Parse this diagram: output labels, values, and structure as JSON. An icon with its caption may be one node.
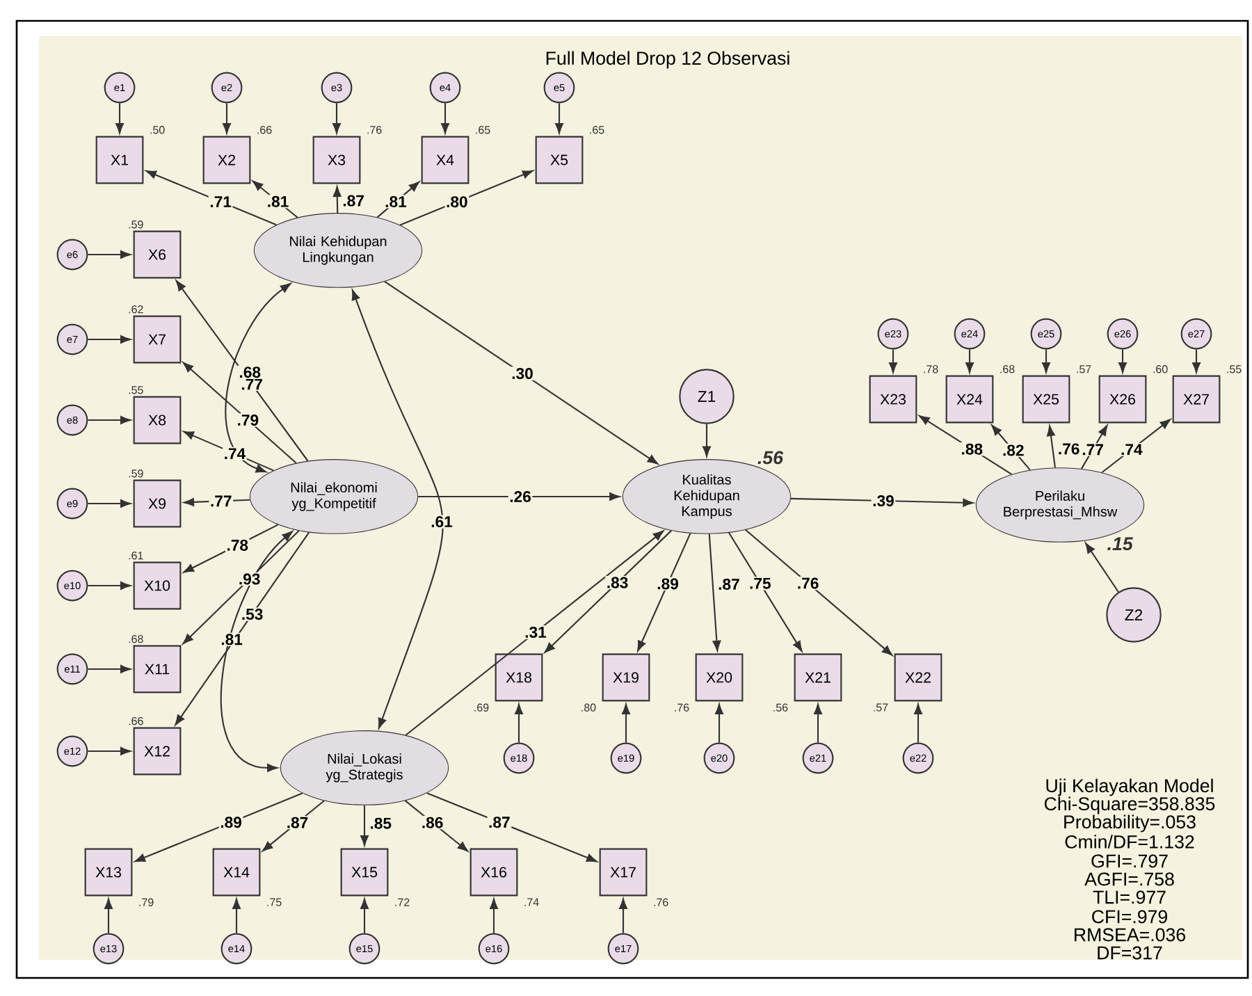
{
  "diagram": {
    "title": "Full Model Drop 12 Observasi",
    "nodes": [
      {
        "text": [
          "Nilai Kehidupan Lingkungan"
        ]
      },
      {
        "text": [
          "Nilai_ekonomi yg_Kompetitif"
        ]
      },
      {
        "text": [
          "Nilai_Lokasi yg_Strategis"
        ]
      },
      {
        "text": [
          "Kualitas Kehidupan Kampus"
        ],
        "beside": [
          ".56"
        ]
      },
      {
        "text": [
          "Perilaku Berprestasi_Mhsw"
        ],
        "beside": [
          ".15"
        ]
      },
      {
        "text": [
          "Z1"
        ]
      },
      {
        "text": [
          "Z2"
        ]
      },
      {
        "text": [
          "X1"
        ],
        "beside": [
          ".50"
        ]
      },
      {
        "text": [
          "X2"
        ],
        "beside": [
          ".66"
        ]
      },
      {
        "text": [
          "X3"
        ],
        "beside": [
          ".76"
        ]
      },
      {
        "text": [
          "X4"
        ],
        "beside": [
          ".65"
        ]
      },
      {
        "text": [
          "X5"
        ],
        "beside": [
          ".65"
        ]
      },
      {
        "text": [
          "X6"
        ],
        "beside": [
          ".59"
        ]
      },
      {
        "text": [
          "X7"
        ],
        "beside": [
          ".62"
        ]
      },
      {
        "text": [
          "X8"
        ],
        "beside": [
          ".55"
        ]
      },
      {
        "text": [
          "X9"
        ],
        "beside": [
          ".59"
        ]
      },
      {
        "text": [
          "X10"
        ],
        "beside": [
          ".61"
        ]
      },
      {
        "text": [
          "X11"
        ],
        "beside": [
          ".68"
        ]
      },
      {
        "text": [
          "X12"
        ],
        "beside": [
          ".66"
        ]
      },
      {
        "text": [
          "X13"
        ],
        "beside": [
          ".79"
        ]
      },
      {
        "text": [
          "X14"
        ],
        "beside": [
          ".75"
        ]
      },
      {
        "text": [
          "X15"
        ],
        "beside": [
          ".72"
        ]
      },
      {
        "text": [
          "X16"
        ],
        "beside": [
          ".74"
        ]
      },
      {
        "text": [
          "X17"
        ],
        "beside": [
          ".76"
        ]
      },
      {
        "text": [
          "X18"
        ],
        "beside": [
          ".69"
        ]
      },
      {
        "text": [
          "X19"
        ],
        "beside": [
          ".80"
        ]
      },
      {
        "text": [
          "X20"
        ],
        "beside": [
          ".76"
        ]
      },
      {
        "text": [
          "X21"
        ],
        "beside": [
          ".56"
        ]
      },
      {
        "text": [
          "X22"
        ],
        "beside": [
          ".57"
        ]
      },
      {
        "text": [
          "X23"
        ],
        "beside": [
          ".78"
        ]
      },
      {
        "text": [
          "X24"
        ],
        "beside": [
          ".68"
        ]
      },
      {
        "text": [
          "X25"
        ],
        "beside": [
          ".57"
        ]
      },
      {
        "text": [
          "X26"
        ],
        "beside": [
          ".60"
        ]
      },
      {
        "text": [
          "X27"
        ],
        "beside": [
          ".55"
        ]
      },
      {
        "text": [
          "e1"
        ]
      },
      {
        "text": [
          "e2"
        ]
      },
      {
        "text": [
          "e3"
        ]
      },
      {
        "text": [
          "e4"
        ]
      },
      {
        "text": [
          "e5"
        ]
      },
      {
        "text": [
          "e6"
        ]
      },
      {
        "text": [
          "e7"
        ]
      },
      {
        "text": [
          "e8"
        ]
      },
      {
        "text": [
          "e9"
        ]
      },
      {
        "text": [
          "e10"
        ]
      },
      {
        "text": [
          "e11"
        ]
      },
      {
        "text": [
          "e12"
        ]
      },
      {
        "text": [
          "e13"
        ]
      },
      {
        "text": [
          "e14"
        ]
      },
      {
        "text": [
          "e15"
        ]
      },
      {
        "text": [
          "e16"
        ]
      },
      {
        "text": [
          "e17"
        ]
      },
      {
        "text": [
          "e18"
        ]
      },
      {
        "text": [
          "e19"
        ]
      },
      {
        "text": [
          "e20"
        ]
      },
      {
        "text": [
          "e21"
        ]
      },
      {
        "text": [
          "e22"
        ]
      },
      {
        "text": [
          "e23"
        ]
      },
      {
        "text": [
          "e24"
        ]
      },
      {
        "text": [
          "e25"
        ]
      },
      {
        "text": [
          "e26"
        ]
      },
      {
        "text": [
          "e27"
        ]
      }
    ],
    "edges": [
      {
        "from": 34,
        "to": 7,
        "arrow": "to"
      },
      {
        "from": 35,
        "to": 8,
        "arrow": "to"
      },
      {
        "from": 36,
        "to": 9,
        "arrow": "to"
      },
      {
        "from": 37,
        "to": 10,
        "arrow": "to"
      },
      {
        "from": 38,
        "to": 11,
        "arrow": "to"
      },
      {
        "from": 39,
        "to": 12,
        "arrow": "to"
      },
      {
        "from": 40,
        "to": 13,
        "arrow": "to"
      },
      {
        "from": 41,
        "to": 14,
        "arrow": "to"
      },
      {
        "from": 42,
        "to": 15,
        "arrow": "to"
      },
      {
        "from": 43,
        "to": 16,
        "arrow": "to"
      },
      {
        "from": 44,
        "to": 17,
        "arrow": "to"
      },
      {
        "from": 45,
        "to": 18,
        "arrow": "to"
      },
      {
        "from": 46,
        "to": 19,
        "arrow": "to"
      },
      {
        "from": 47,
        "to": 20,
        "arrow": "to"
      },
      {
        "from": 48,
        "to": 21,
        "arrow": "to"
      },
      {
        "from": 49,
        "to": 22,
        "arrow": "to"
      },
      {
        "from": 50,
        "to": 23,
        "arrow": "to"
      },
      {
        "from": 51,
        "to": 24,
        "arrow": "to"
      },
      {
        "from": 52,
        "to": 25,
        "arrow": "to"
      },
      {
        "from": 53,
        "to": 26,
        "arrow": "to"
      },
      {
        "from": 54,
        "to": 27,
        "arrow": "to"
      },
      {
        "from": 55,
        "to": 28,
        "arrow": "to"
      },
      {
        "from": 56,
        "to": 29,
        "arrow": "to"
      },
      {
        "from": 57,
        "to": 30,
        "arrow": "to"
      },
      {
        "from": 58,
        "to": 31,
        "arrow": "to"
      },
      {
        "from": 59,
        "to": 32,
        "arrow": "to"
      },
      {
        "from": 60,
        "to": 33,
        "arrow": "to"
      },
      {
        "from": 0,
        "to": 7,
        "arrow": "to",
        "label": ".71"
      },
      {
        "from": 0,
        "to": 8,
        "arrow": "to",
        "label": ".81"
      },
      {
        "from": 0,
        "to": 9,
        "arrow": "to",
        "label": ".87"
      },
      {
        "from": 0,
        "to": 10,
        "arrow": "to",
        "label": ".81"
      },
      {
        "from": 0,
        "to": 11,
        "arrow": "to",
        "label": ".80"
      },
      {
        "from": 1,
        "to": 12,
        "arrow": "to",
        "label": ".77"
      },
      {
        "from": 1,
        "to": 13,
        "arrow": "to",
        "label": ".79"
      },
      {
        "from": 1,
        "to": 14,
        "arrow": "to",
        "label": ".74"
      },
      {
        "from": 1,
        "to": 15,
        "arrow": "to",
        "label": ".77"
      },
      {
        "from": 1,
        "to": 16,
        "arrow": "to",
        "label": ".78"
      },
      {
        "from": 1,
        "to": 17,
        "arrow": "to",
        "label": ".93"
      },
      {
        "from": 1,
        "to": 18,
        "arrow": "to",
        "label": ".53"
      },
      {
        "from": 2,
        "to": 19,
        "arrow": "to",
        "label": ".89"
      },
      {
        "from": 2,
        "to": 20,
        "arrow": "to",
        "label": ".87"
      },
      {
        "from": 2,
        "to": 21,
        "arrow": "to",
        "label": ".85"
      },
      {
        "from": 2,
        "to": 22,
        "arrow": "to",
        "label": ".86"
      },
      {
        "from": 2,
        "to": 23,
        "arrow": "to",
        "label": ".87"
      },
      {
        "from": 3,
        "to": 24,
        "arrow": "to",
        "label": ".83"
      },
      {
        "from": 3,
        "to": 25,
        "arrow": "to",
        "label": ".89"
      },
      {
        "from": 3,
        "to": 26,
        "arrow": "to",
        "label": ".87"
      },
      {
        "from": 3,
        "to": 27,
        "arrow": "to",
        "label": ".75"
      },
      {
        "from": 3,
        "to": 28,
        "arrow": "to",
        "label": ".76"
      },
      {
        "from": 4,
        "to": 29,
        "arrow": "to",
        "label": ".88"
      },
      {
        "from": 4,
        "to": 30,
        "arrow": "to",
        "label": ".82"
      },
      {
        "from": 4,
        "to": 31,
        "arrow": "to",
        "label": ".76"
      },
      {
        "from": 4,
        "to": 32,
        "arrow": "to",
        "label": ".77"
      },
      {
        "from": 4,
        "to": 33,
        "arrow": "to",
        "label": ".74"
      },
      {
        "from": 0,
        "to": 3,
        "arrow": "to",
        "label": ".30"
      },
      {
        "from": 1,
        "to": 3,
        "arrow": "to",
        "label": ".26"
      },
      {
        "from": 2,
        "to": 3,
        "arrow": "to",
        "label": ".31"
      },
      {
        "from": 3,
        "to": 4,
        "arrow": "to",
        "label": ".39"
      },
      {
        "from": 5,
        "to": 3,
        "arrow": "to"
      },
      {
        "from": 6,
        "to": 4,
        "arrow": "to"
      },
      {
        "from": 0,
        "to": 1,
        "arrow": "both",
        "label": ".68"
      },
      {
        "from": 1,
        "to": 2,
        "arrow": "both",
        "label": ".81"
      },
      {
        "from": 0,
        "to": 2,
        "arrow": "both",
        "label": ".61"
      }
    ],
    "labels": [
      "Uji Kelayakan Model",
      "Chi-Square=358.835",
      "Probability=.053",
      "Cmin/DF=1.132",
      "GFI=.797",
      "AGFI=.758",
      "TLI=.977",
      "CFI=.979",
      "RMSEA=.036",
      "DF=317"
    ]
  }
}
